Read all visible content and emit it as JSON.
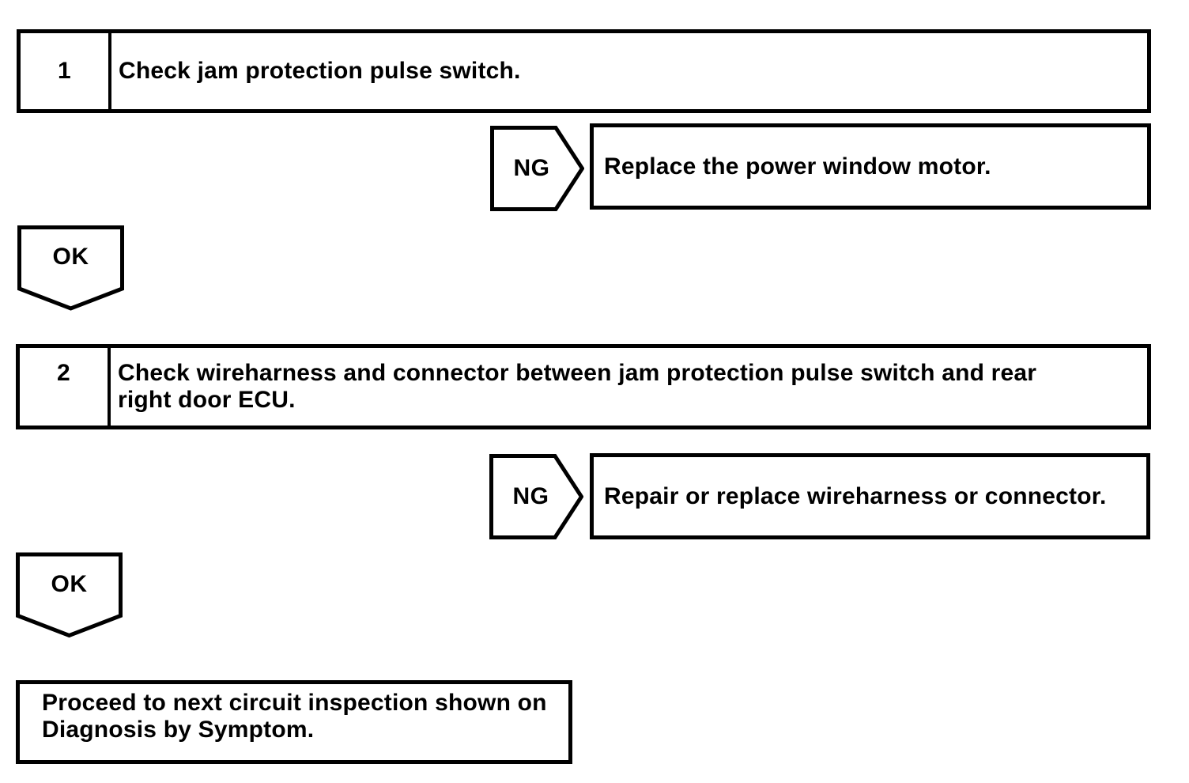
{
  "flowchart": {
    "colors": {
      "ink": "#000000",
      "paper": "#ffffff"
    },
    "steps": [
      {
        "number": "1",
        "text": "Check jam protection pulse switch.",
        "lines": [
          "Check jam protection pulse switch."
        ],
        "ng": {
          "connector_label": "NG",
          "action": "Replace the power window motor."
        },
        "ok": {
          "connector_label": "OK"
        }
      },
      {
        "number": "2",
        "text": "Check wireharness and connector between jam protection pulse switch and rear right door ECU.",
        "lines": [
          "Check wireharness and connector between jam protection pulse switch and rear",
          "right door ECU."
        ],
        "ng": {
          "connector_label": "NG",
          "action": "Repair or replace wireharness or connector."
        },
        "ok": {
          "connector_label": "OK"
        }
      }
    ],
    "final": {
      "text": "Proceed to next circuit inspection shown on Diagnosis by Symptom.",
      "lines": [
        "Proceed to next circuit inspection shown on",
        "Diagnosis by Symptom."
      ]
    }
  }
}
